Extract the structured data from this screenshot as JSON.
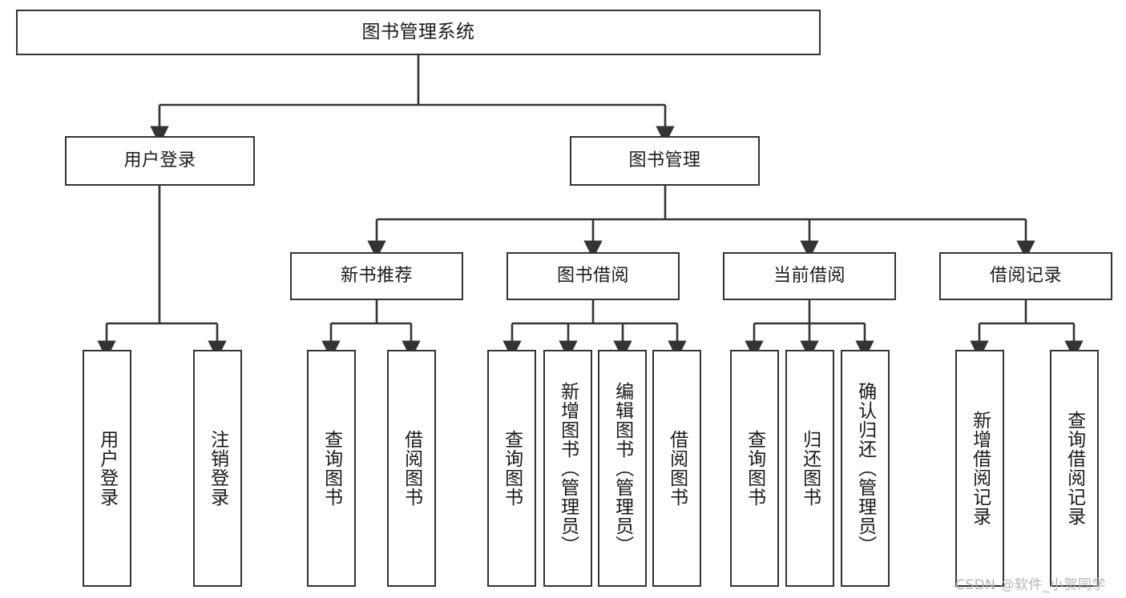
{
  "diagram": {
    "title": "图书管理系统",
    "type": "tree-hierarchy",
    "watermark": "CSDN @软件_小贺同学",
    "colors": {
      "box_border": "#333333",
      "box_fill": "#ffffff",
      "edge": "#333333",
      "text": "#1a1a1a",
      "watermark": "#b4b4b4"
    },
    "nodes": {
      "root": {
        "label": "图书管理系统"
      },
      "level2": [
        {
          "label": "用户登录"
        },
        {
          "label": "图书管理"
        }
      ],
      "level3": [
        {
          "label": "新书推荐"
        },
        {
          "label": "图书借阅"
        },
        {
          "label": "当前借阅"
        },
        {
          "label": "借阅记录"
        }
      ],
      "leaves_user_login": [
        {
          "label": "用户登录"
        },
        {
          "label": "注销登录"
        }
      ],
      "leaves_new_book": [
        {
          "label": "查询图书"
        },
        {
          "label": "借阅图书"
        }
      ],
      "leaves_borrow": [
        {
          "label": "查询图书"
        },
        {
          "label": "新增图书（管理员）"
        },
        {
          "label": "编辑图书（管理员）"
        },
        {
          "label": "借阅图书"
        }
      ],
      "leaves_current": [
        {
          "label": "查询图书"
        },
        {
          "label": "归还图书"
        },
        {
          "label": "确认归还（管理员）"
        }
      ],
      "leaves_record": [
        {
          "label": "新增借阅记录"
        },
        {
          "label": "查询借阅记录"
        }
      ]
    }
  }
}
